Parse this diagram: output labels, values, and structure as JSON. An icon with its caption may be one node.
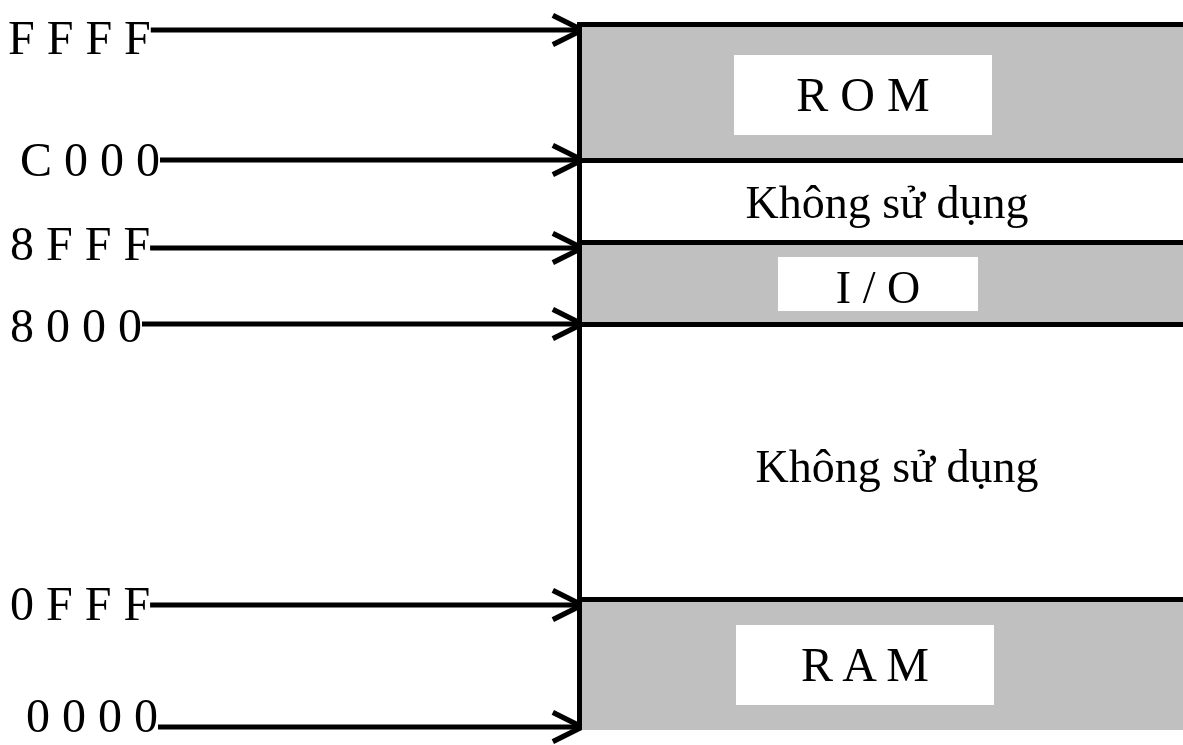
{
  "diagram": {
    "nodes": [
      {
        "text": [],
        "shape": "box"
      },
      {
        "text": [
          "R O M"
        ],
        "in": 0
      },
      {
        "text": [
          "Không sử dụng"
        ],
        "in": 0
      },
      {
        "text": [
          "I / O"
        ],
        "in": 0
      },
      {
        "text": [
          "Không sử dụng"
        ],
        "in": 0
      },
      {
        "text": [
          "R A M"
        ],
        "in": 0
      },
      {
        "text": [
          "F F F F"
        ]
      },
      {
        "text": [
          "C 0 0 0"
        ]
      },
      {
        "text": [
          "8 F F F"
        ]
      },
      {
        "text": [
          "8 0 0 0"
        ]
      },
      {
        "text": [
          "0 F F F"
        ]
      },
      {
        "text": [
          "0 0 0 0"
        ]
      }
    ],
    "edges": [
      {
        "from": 6,
        "to": 1,
        "arrow": "to"
      },
      {
        "from": 7,
        "to": 1,
        "arrow": "to"
      },
      {
        "from": 8,
        "to": 3,
        "arrow": "to"
      },
      {
        "from": 9,
        "to": 3,
        "arrow": "to"
      },
      {
        "from": 10,
        "to": 5,
        "arrow": "to"
      },
      {
        "from": 11,
        "to": 5,
        "arrow": "to"
      }
    ]
  }
}
